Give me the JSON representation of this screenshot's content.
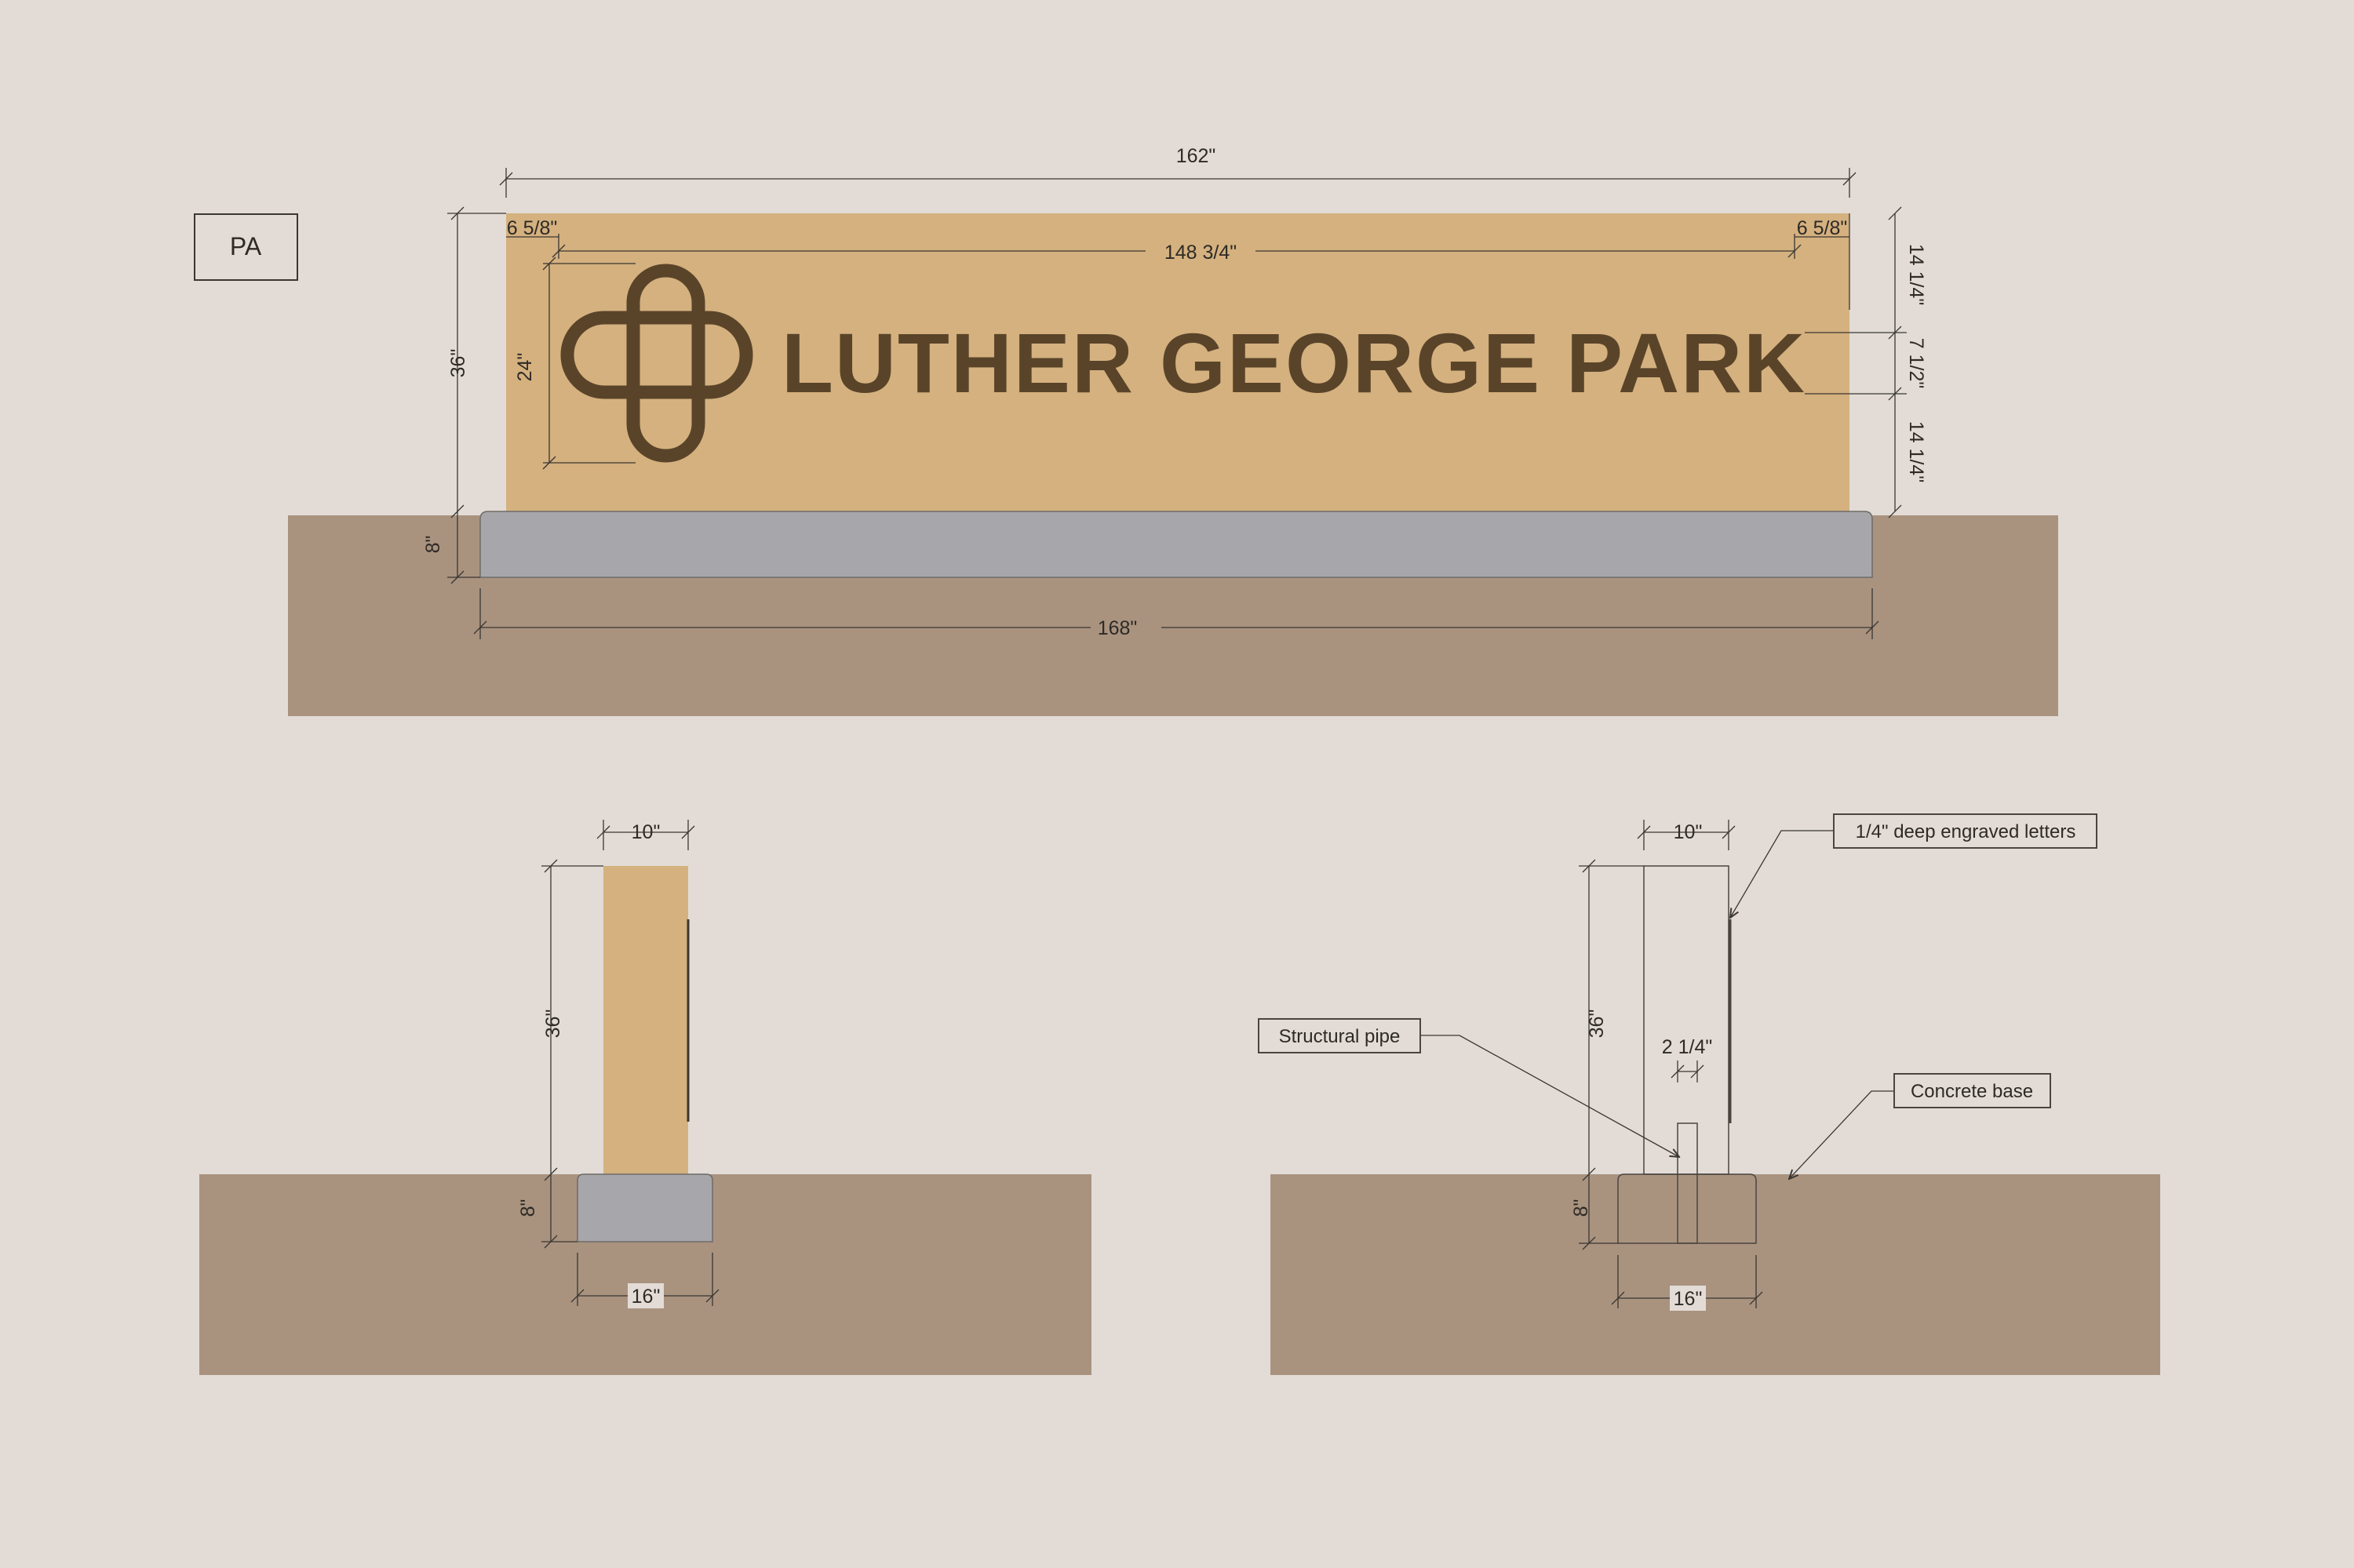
{
  "tag": "PA",
  "sign": {
    "name": "LUTHER GEORGE PARK",
    "colors": {
      "panel": "#d4b17f",
      "letters": "#5a4429",
      "base": "#a7a7ab",
      "ground": "#a9937f",
      "background": "#e3dcd6"
    }
  },
  "front_elevation": {
    "overall_width": "162\"",
    "margin_left": "6 5/8\"",
    "margin_right": "6 5/8\"",
    "inner_width": "148 3/4\"",
    "height": "36\"",
    "logo_height": "24\"",
    "top_gap": "14 1/4\"",
    "letter_height": "7 1/2\"",
    "bottom_gap": "14 1/4\"",
    "base_height": "8\"",
    "base_width": "168\""
  },
  "side_elevation": {
    "thickness": "10\"",
    "height": "36\"",
    "base_height": "8\"",
    "base_width": "16\""
  },
  "section": {
    "thickness": "10\"",
    "height": "36\"",
    "pipe_width": "2 1/4\"",
    "base_height": "8\"",
    "base_width": "16\"",
    "callouts": {
      "letters": "1/4\" deep engraved letters",
      "pipe": "Structural pipe",
      "base": "Concrete base"
    }
  }
}
